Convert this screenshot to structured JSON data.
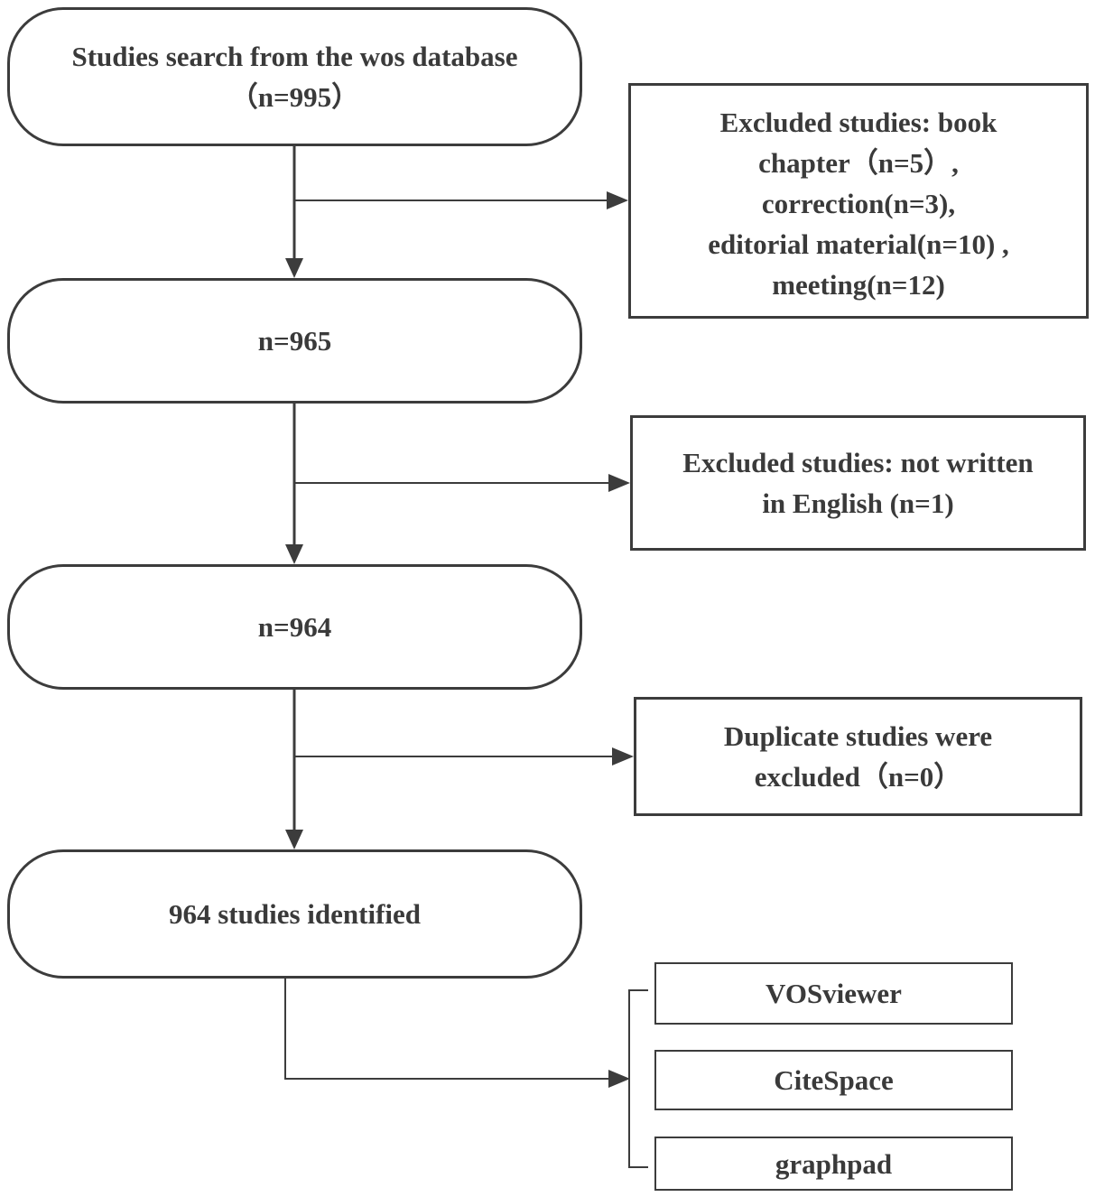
{
  "flowchart": {
    "main_steps": [
      {
        "label": "Studies search from the wos database\n（n=995）"
      },
      {
        "label": "n=965"
      },
      {
        "label": "n=964"
      },
      {
        "label": "964 studies identified"
      }
    ],
    "exclusions": [
      {
        "label": "Excluded studies: book\nchapter（n=5）,\ncorrection(n=3),\neditorial material(n=10) ,\nmeeting(n=12)"
      },
      {
        "label": "Excluded studies: not written\nin English (n=1)"
      },
      {
        "label": "Duplicate studies were\nexcluded（n=0）"
      }
    ],
    "tools": [
      {
        "label": "VOSviewer"
      },
      {
        "label": "CiteSpace"
      },
      {
        "label": "graphpad"
      }
    ]
  },
  "colors": {
    "stroke": "#3c3c3c",
    "text": "#3a3a3a",
    "background": "#ffffff"
  }
}
